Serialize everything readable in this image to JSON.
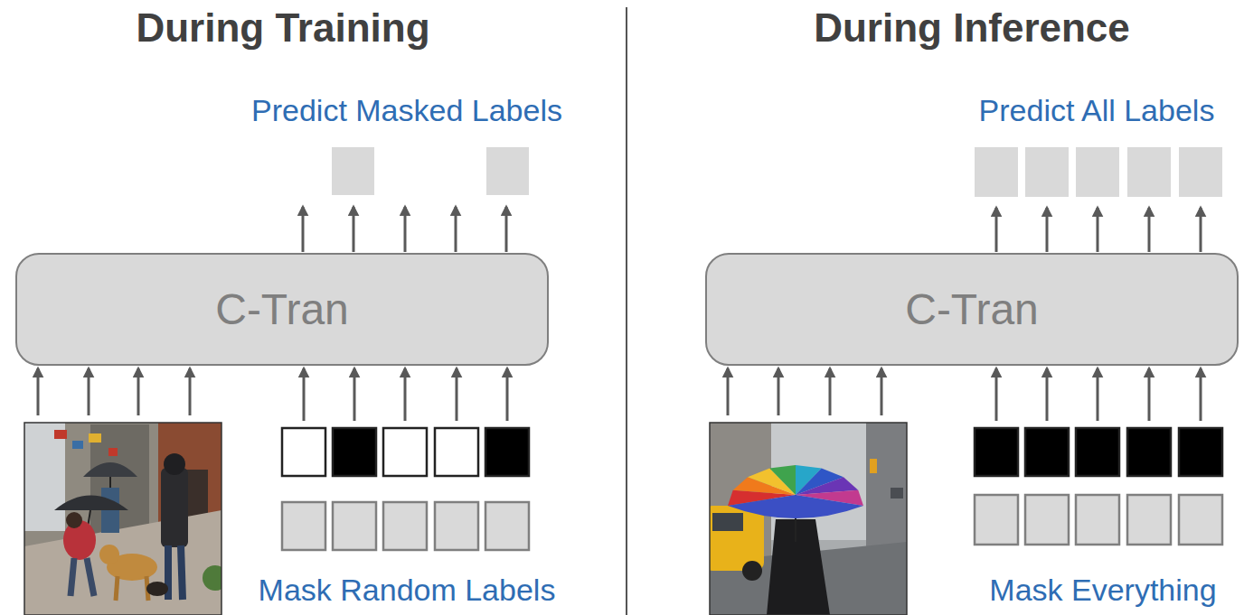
{
  "diagram": {
    "nodes": [
      {
        "text": [
          "C-Tran"
        ]
      },
      {
        "text": [
          "C-Tran"
        ]
      }
    ],
    "labels": [
      "During Training",
      "Predict Masked Labels",
      "Mask Random Labels",
      "During Inference",
      "Predict All Labels",
      "Mask Everything"
    ]
  }
}
